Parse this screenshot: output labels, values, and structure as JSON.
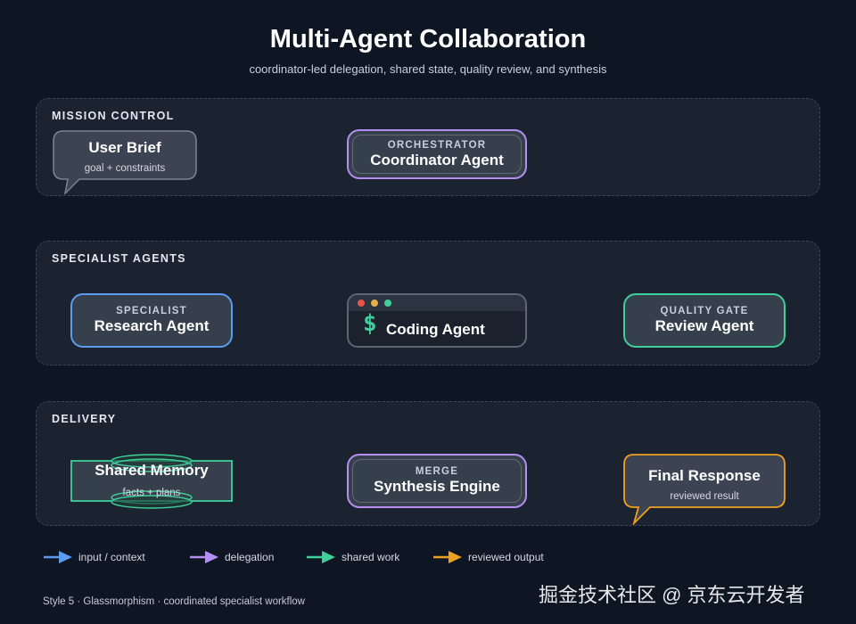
{
  "header": {
    "title": "Multi-Agent Collaboration",
    "subtitle": "coordinator-led delegation, shared state, quality review, and synthesis"
  },
  "sections": {
    "mission": {
      "label": "MISSION CONTROL",
      "user_brief": {
        "name": "User Brief",
        "sub": "goal + constraints"
      },
      "coordinator": {
        "kicker": "ORCHESTRATOR",
        "name": "Coordinator Agent"
      }
    },
    "specialists": {
      "label": "SPECIALIST AGENTS",
      "research": {
        "kicker": "SPECIALIST",
        "name": "Research Agent"
      },
      "coding": {
        "prompt": "$",
        "name": "Coding Agent"
      },
      "review": {
        "kicker": "QUALITY GATE",
        "name": "Review Agent"
      }
    },
    "delivery": {
      "label": "DELIVERY",
      "memory": {
        "name": "Shared Memory",
        "sub": "facts + plans"
      },
      "synthesis": {
        "kicker": "MERGE",
        "name": "Synthesis Engine"
      },
      "final": {
        "name": "Final Response",
        "sub": "reviewed result"
      }
    }
  },
  "legend": [
    {
      "label": "input / context",
      "color": "#5b9cf0"
    },
    {
      "label": "delegation",
      "color": "#b48ef0"
    },
    {
      "label": "shared work",
      "color": "#3fcf9a"
    },
    {
      "label": "reviewed output",
      "color": "#f0a020"
    }
  ],
  "colors": {
    "blue": "#5b9cf0",
    "purple": "#b48ef0",
    "green": "#3fcf9a",
    "orange": "#f0a020",
    "gray": "#7a8494"
  },
  "footer": "Style 5 · Glassmorphism · coordinated specialist workflow",
  "watermark": "掘金技术社区 @ 京东云开发者"
}
